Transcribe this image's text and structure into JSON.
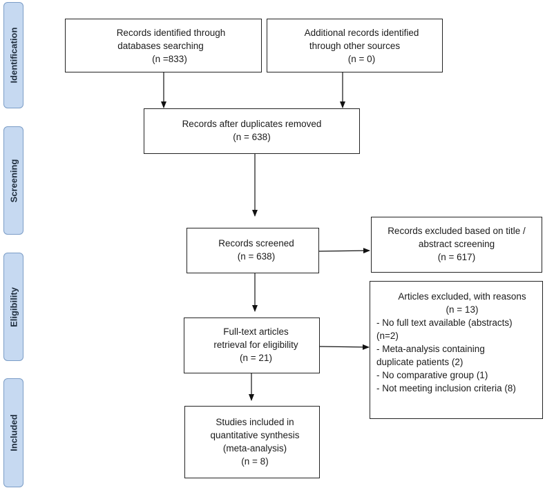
{
  "phases": {
    "identification": "Identification",
    "screening": "Screening",
    "eligibility": "Eligibility",
    "included": "Included"
  },
  "boxes": {
    "databases": {
      "lines": [
        "Records identified through",
        "databases searching",
        "(n =833)"
      ]
    },
    "other_sources": {
      "lines": [
        "Additional records identified",
        "through other sources",
        "(n = 0)"
      ]
    },
    "duplicates_removed": {
      "lines": [
        "Records after duplicates removed",
        "(n = 638)"
      ]
    },
    "screened": {
      "lines": [
        "Records screened",
        "(n = 638)"
      ]
    },
    "excluded_title": {
      "lines": [
        "Records excluded based on title /",
        "abstract screening",
        "(n = 617)"
      ]
    },
    "fulltext": {
      "lines": [
        "Full-text articles",
        "retrieval for eligibility",
        "(n = 21)"
      ]
    },
    "excluded_reasons": {
      "heading": "Articles excluded, with reasons",
      "count": "(n = 13)",
      "items": [
        "- No full text available (abstracts)",
        "(n=2)",
        "- Meta-analysis containing",
        "duplicate patients (2)",
        "- No comparative group (1)",
        "- Not meeting inclusion criteria (8)"
      ]
    },
    "included": {
      "lines": [
        "Studies included in",
        "quantitative synthesis",
        "(meta-analysis)",
        "(n = 8)"
      ]
    }
  }
}
